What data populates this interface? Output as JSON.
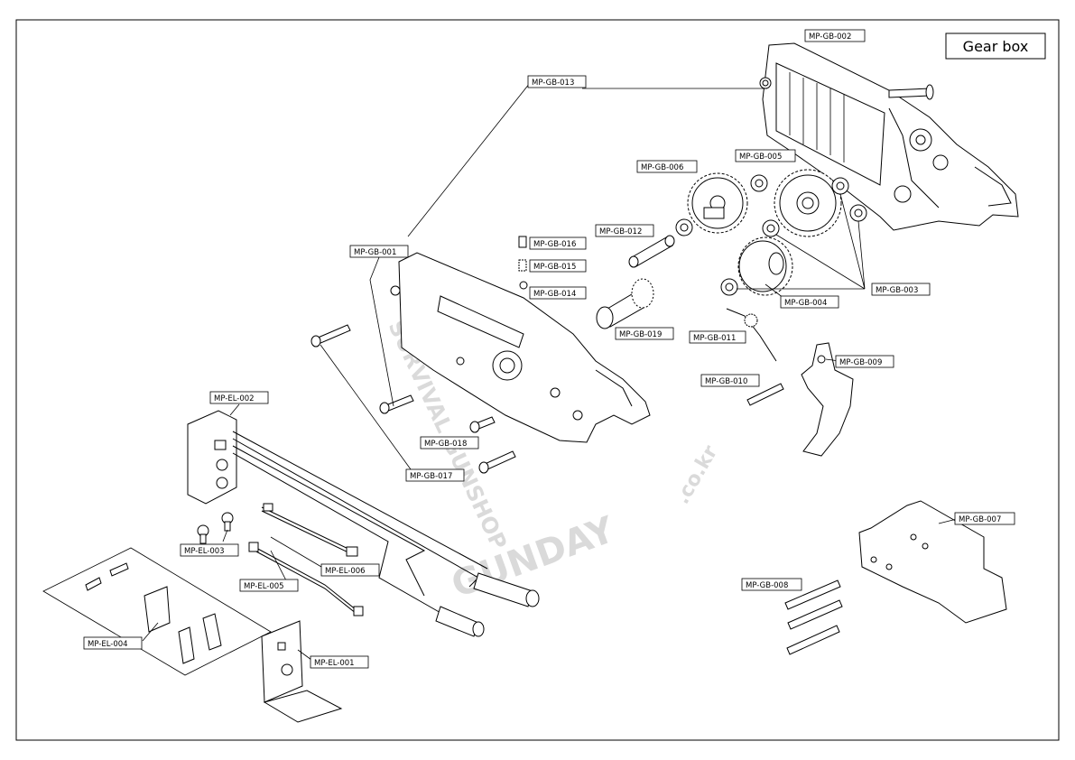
{
  "title": "Gear box",
  "watermark": {
    "brand": "GUNDAY",
    "tld": ".co.kr",
    "arc": "SURVIVAL GUNSHOP"
  },
  "labels": {
    "gb001": "MP-GB-001",
    "gb002": "MP-GB-002",
    "gb003": "MP-GB-003",
    "gb004": "MP-GB-004",
    "gb005": "MP-GB-005",
    "gb006": "MP-GB-006",
    "gb007": "MP-GB-007",
    "gb008": "MP-GB-008",
    "gb009": "MP-GB-009",
    "gb010": "MP-GB-010",
    "gb011": "MP-GB-011",
    "gb012": "MP-GB-012",
    "gb013": "MP-GB-013",
    "gb014": "MP-GB-014",
    "gb015": "MP-GB-015",
    "gb016": "MP-GB-016",
    "gb017": "MP-GB-017",
    "gb018": "MP-GB-018",
    "gb019": "MP-GB-019",
    "el001": "MP-EL-001",
    "el002": "MP-EL-002",
    "el003": "MP-EL-003",
    "el004": "MP-EL-004",
    "el005": "MP-EL-005",
    "el006": "MP-EL-006"
  }
}
